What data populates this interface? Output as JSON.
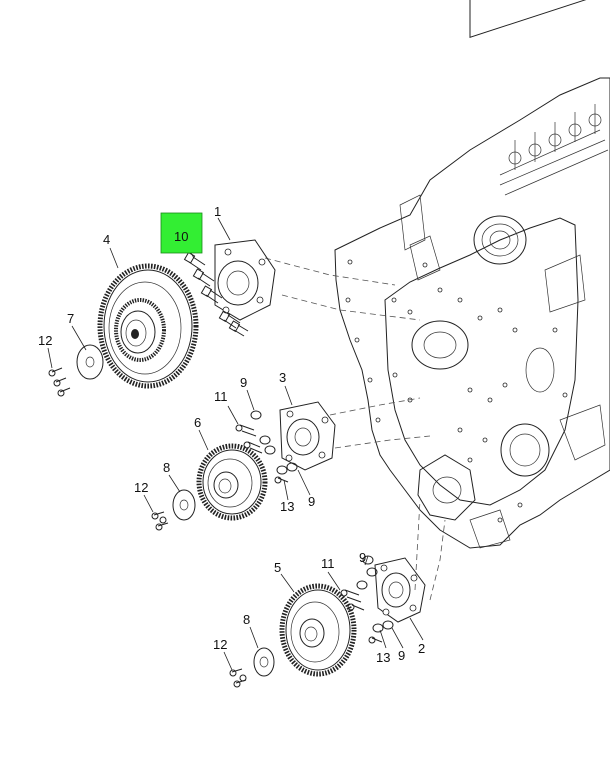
{
  "highlight_color": "#33ee33",
  "callouts": {
    "c1": "1",
    "c2": "2",
    "c3": "3",
    "c4": "4",
    "c5": "5",
    "c6": "6",
    "c7": "7",
    "c8a": "8",
    "c8b": "8",
    "c9a": "9",
    "c9b": "9",
    "c9c": "9",
    "c9d": "9",
    "c10": "10",
    "c11a": "11",
    "c11b": "11",
    "c12a": "12",
    "c12b": "12",
    "c12c": "12",
    "c13a": "13",
    "c13b": "13"
  }
}
